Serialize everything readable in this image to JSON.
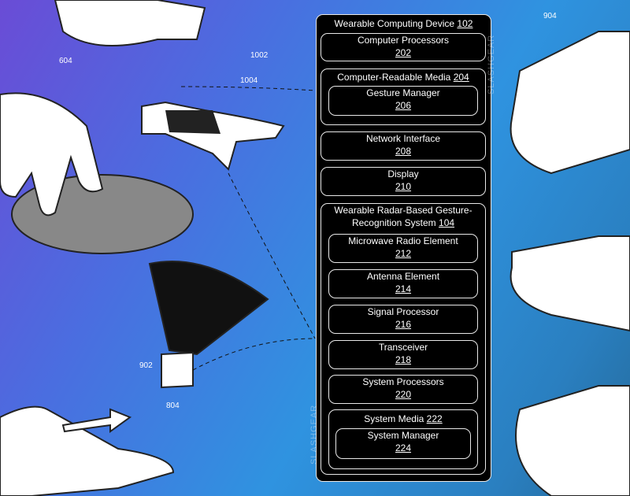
{
  "diagram": {
    "outer": {
      "title": "Wearable Computing Device",
      "ref": "102"
    },
    "computer_processors": {
      "title": "Computer Processors",
      "ref": "202"
    },
    "crm": {
      "title": "Computer-Readable Media",
      "ref": "204"
    },
    "gesture_manager": {
      "title": "Gesture Manager",
      "ref": "206"
    },
    "network": {
      "title": "Network Interface",
      "ref": "208"
    },
    "display": {
      "title": "Display",
      "ref": "210"
    },
    "radar": {
      "title1": "Wearable Radar-Based Gesture-",
      "title2": "Recognition System",
      "ref": "104"
    },
    "microwave": {
      "title": "Microwave Radio Element",
      "ref": "212"
    },
    "antenna": {
      "title": "Antenna Element",
      "ref": "214"
    },
    "signal": {
      "title": "Signal Processor",
      "ref": "216"
    },
    "transceiver": {
      "title": "Transceiver",
      "ref": "218"
    },
    "system_processors": {
      "title": "System Processors",
      "ref": "220"
    },
    "system_media": {
      "title": "System Media",
      "ref": "222"
    },
    "system_manager": {
      "title": "System Manager",
      "ref": "224"
    }
  },
  "figure_labels": {
    "l604": "604",
    "l1002": "1002",
    "l1004": "1004",
    "l904": "904",
    "l902": "902",
    "l804": "804"
  },
  "watermark": "SLASHGEAR"
}
